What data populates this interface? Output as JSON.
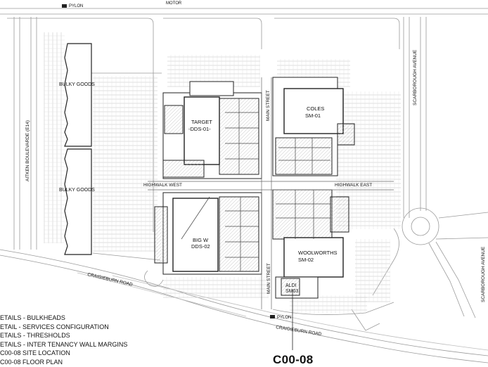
{
  "labels": {
    "pylon_top": "PYLON",
    "pylon_bottom": "PYLON",
    "street_top": "MOTOR",
    "scarborough_top": "SCARBOROUGH AVENUE",
    "scarborough_right": "SCARBOROUGH AVENUE",
    "aitken": "AITKEN BOULEVARDE (E14)",
    "bulky_goods_1": "BULKY GOODS",
    "bulky_goods_2": "BULKY GOODS",
    "target_1": "TARGET",
    "target_2": "-DDS-01-",
    "coles_1": "COLES",
    "coles_2": "SM-01",
    "main_street_top": "MAIN STREET",
    "main_street_bottom": "MAIN STREET",
    "highwalk_west": "HIGHWALK WEST",
    "highwalk_east": "HIGHWALK EAST",
    "bigw_1": "BIG W",
    "bigw_2": "DDS-02",
    "woolworths_1": "WOOLWORTHS",
    "woolworths_2": "SM-02",
    "aldi_1": "ALDI",
    "aldi_2": "SM03",
    "craigieburn_1": "CRAIGIEBURN ROAD",
    "craigieburn_2": "CRAIGIEBURN ROAD"
  },
  "legend": [
    "ETAILS - BULKHEADS",
    "ETAIL - SERVICES CONFIGURATION",
    "ETAILS - THRESHOLDS",
    "ETAILS - INTER TENANCY WALL MARGINS",
    "C00-08 SITE LOCATION",
    "C00-08 FLOOR PLAN"
  ],
  "drawing_ref": "C00-08"
}
